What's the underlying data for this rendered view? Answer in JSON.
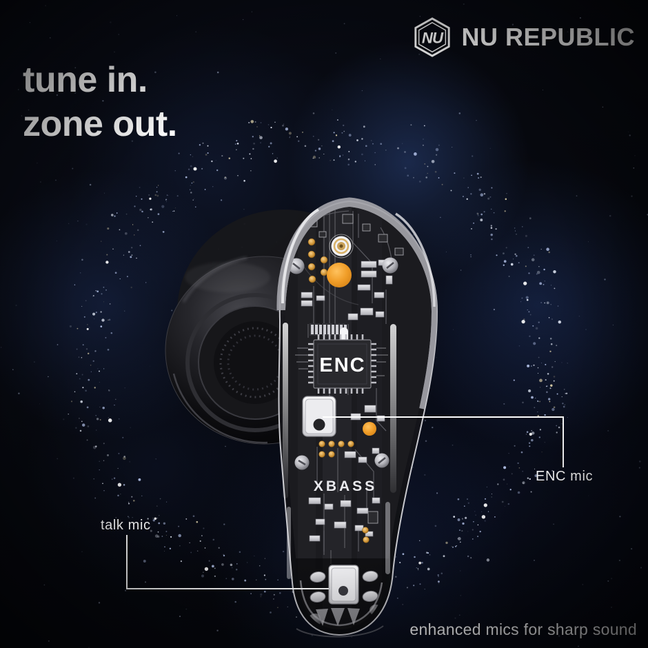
{
  "brand": {
    "name": "NU REPUBLIC",
    "monogram": "NU"
  },
  "headline": {
    "line1": "tune in.",
    "line2": "zone out."
  },
  "product": {
    "chip_label": "ENC",
    "bass_logo": "XBASS"
  },
  "callouts": {
    "talk_mic": {
      "label": "talk mic"
    },
    "enc_mic": {
      "label": "ENC mic"
    }
  },
  "tagline": "enhanced mics for sharp sound",
  "colors": {
    "accent_orange": "#F09D28",
    "gold_contact": "#D49A3C",
    "star_blue": "#3A5CA8",
    "background": "#06070C",
    "text": "#FFFFFF"
  }
}
